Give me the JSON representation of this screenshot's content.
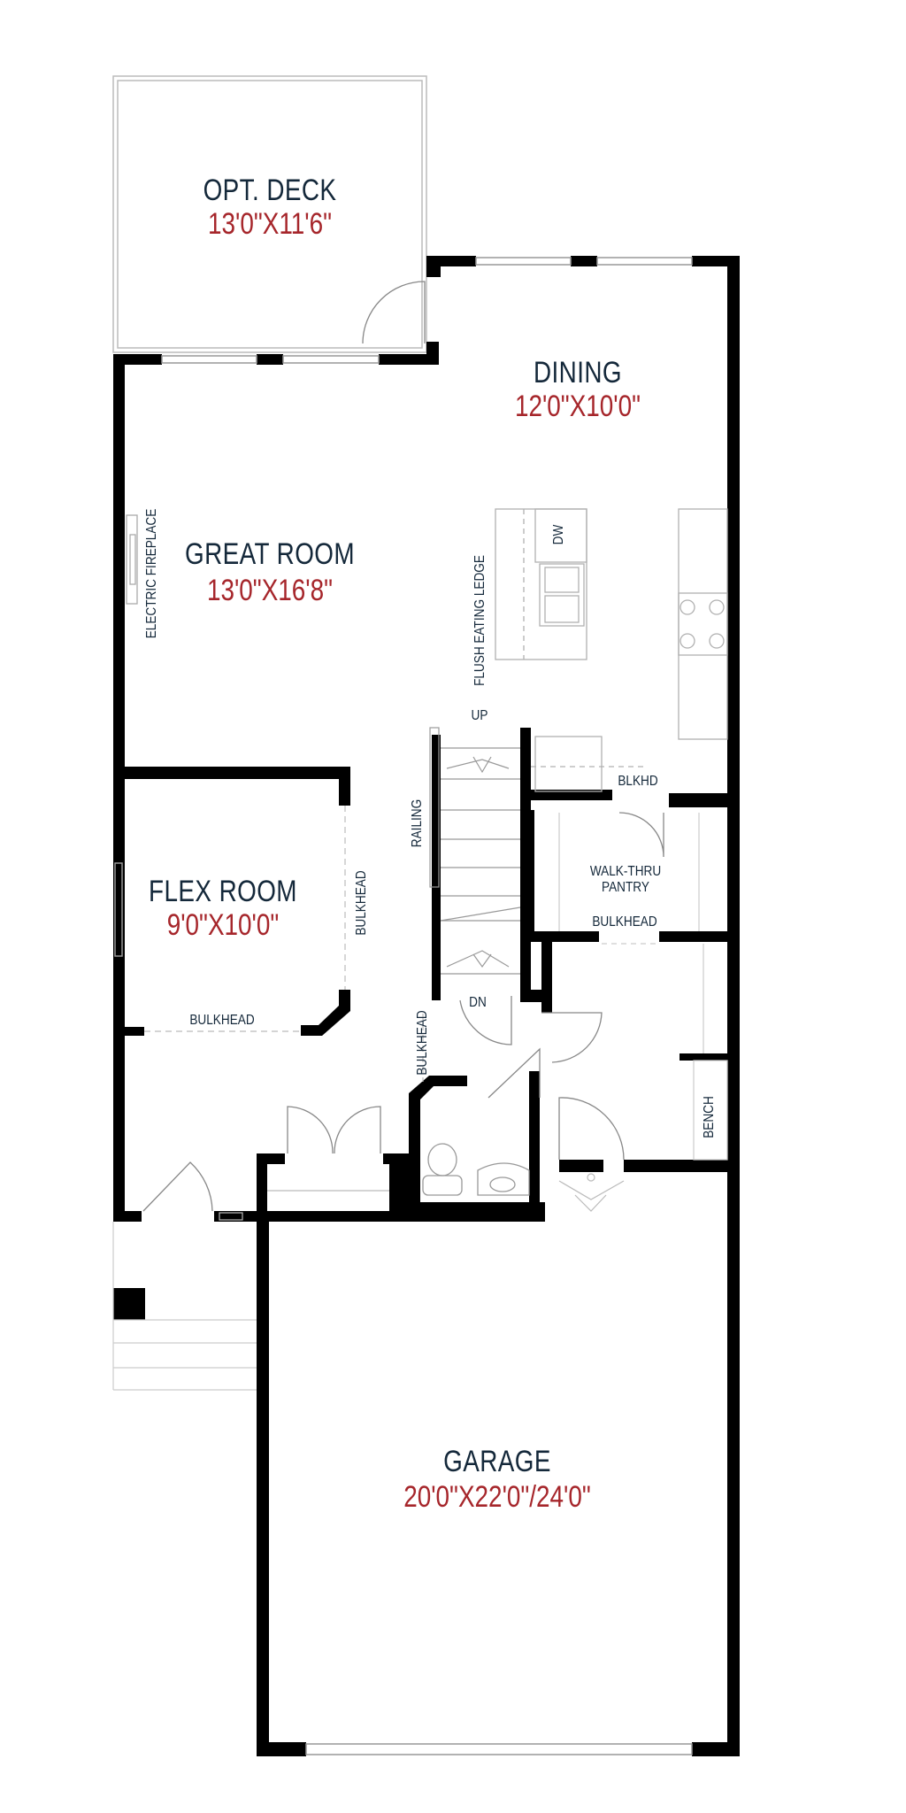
{
  "rooms": {
    "deck": {
      "name": "OPT. DECK",
      "dim": "13'0\"X11'6\""
    },
    "dining": {
      "name": "DINING",
      "dim": "12'0\"X10'0\""
    },
    "great": {
      "name": "GREAT ROOM",
      "dim": "13'0\"X16'8\""
    },
    "flex": {
      "name": "FLEX ROOM",
      "dim": "9'0\"X10'0\""
    },
    "garage": {
      "name": "GARAGE",
      "dim": "20'0\"X22'0\"/24'0\""
    }
  },
  "labels": {
    "electric_fireplace": "ELECTRIC FIREPLACE",
    "flush_eating_ledge": "FLUSH EATING LEDGE",
    "dw": "DW",
    "up": "UP",
    "dn": "DN",
    "railing": "RAILING",
    "blkhd": "BLKHD",
    "walk_thru_1": "WALK-THRU",
    "walk_thru_2": "PANTRY",
    "bulkhead_pantry": "BULKHEAD",
    "bulkhead_flex_side": "BULKHEAD",
    "bulkhead_flex_bottom": "BULKHEAD",
    "bulkhead_hall": "BULKHEAD",
    "bench": "BENCH"
  },
  "colors": {
    "wall": "#000000",
    "room_name": "#14283a",
    "room_dim": "#a6262b",
    "fixture": "#b0b0b0"
  }
}
